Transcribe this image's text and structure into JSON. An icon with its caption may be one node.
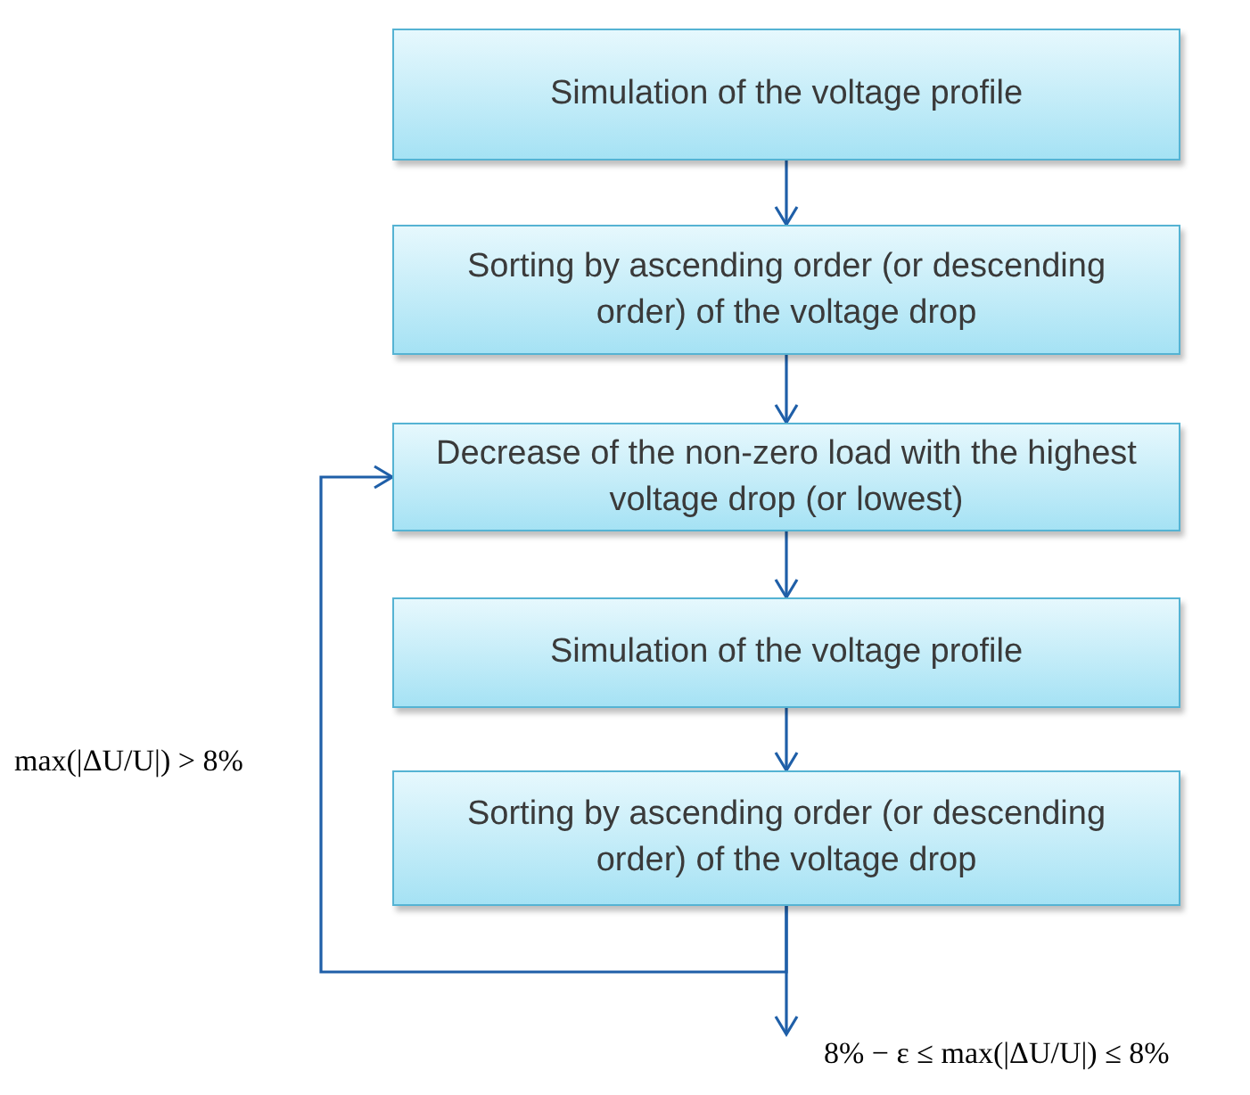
{
  "diagram": {
    "nodes": [
      {
        "text": [
          "Simulation of the voltage profile"
        ]
      },
      {
        "text": [
          "Sorting by ascending order (or descending order) of the voltage drop"
        ]
      },
      {
        "text": [
          "Decrease of the non-zero load with the highest voltage drop (or lowest)"
        ]
      },
      {
        "text": [
          "Simulation of the voltage profile"
        ]
      },
      {
        "text": [
          "Sorting by ascending order (or descending order) of the voltage drop"
        ]
      }
    ],
    "edges": [
      {
        "from": 0,
        "to": 1,
        "arrow": "to"
      },
      {
        "from": 1,
        "to": 2,
        "arrow": "to"
      },
      {
        "from": 2,
        "to": 3,
        "arrow": "to"
      },
      {
        "from": 3,
        "to": 4,
        "arrow": "to"
      },
      {
        "from": 4,
        "to": 2,
        "arrow": "to",
        "label": "max(|ΔU/U|) > 8%"
      },
      {
        "from": 4,
        "to": null,
        "arrow": "to",
        "label": "8% − ε ≤ max(|ΔU/U|) ≤ 8%"
      }
    ]
  }
}
